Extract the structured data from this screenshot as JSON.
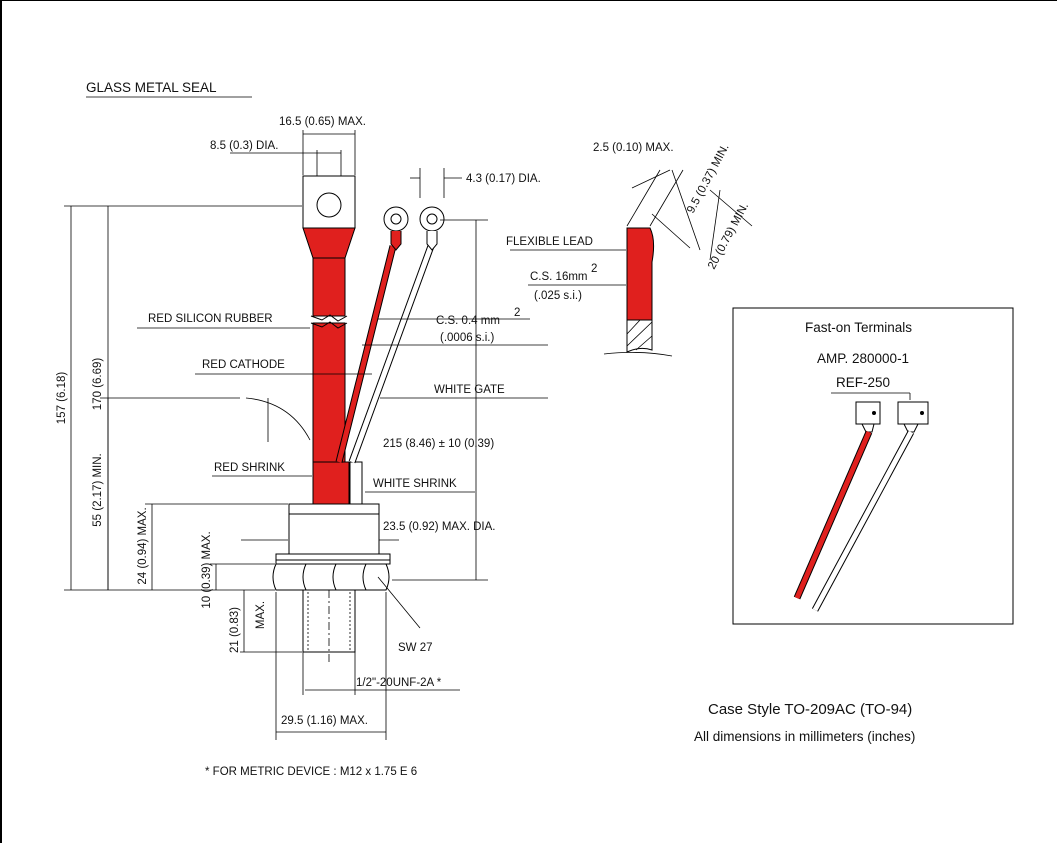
{
  "labels": {
    "glass_metal_seal": "GLASS METAL SEAL",
    "dim_16_5": "16.5 (0.65) MAX.",
    "dim_8_5": "8.5 (0.3) DIA.",
    "dim_4_3": "4.3 (0.17) DIA.",
    "red_silicon_rubber": "RED SILICON RUBBER",
    "red_cathode": "RED CATHODE",
    "cs_04": "C.S. 0.4 mm",
    "cs_04_sup": "2",
    "cs_04_si": "(.0006 s.i.)",
    "white_gate": "WHITE GATE",
    "dim_215": "215 (8.46) ± 10 (0.39)",
    "red_shrink": "RED SHRINK",
    "white_shrink": "WHITE SHRINK",
    "dim_23_5": "23.5 (0.92) MAX. DIA.",
    "sw27": "SW 27",
    "thread": "1/2\"-20UNF-2A *",
    "dim_29_5": "29.5 (1.16) MAX.",
    "metric_note": "* FOR METRIC DEVICE : M12 x 1.75 E 6",
    "dim_157": "157 (6.18)",
    "dim_170": "170 (6.69)",
    "dim_55": "55 (2.17) MIN.",
    "dim_24": "24 (0.94) MAX.",
    "dim_10": "10 (0.39) MAX.",
    "dim_21": "21 (0.83)",
    "dim_21_max": "MAX.",
    "dim_2_5": "2.5 (0.10) MAX.",
    "dim_9_5": "9.5 (0.37) MIN.",
    "dim_20": "20 (0.79) MIN.",
    "flexible_lead": "FLEXIBLE LEAD",
    "cs_16": "C.S. 16mm",
    "cs_16_sup": "2",
    "cs_16_si": "(.025 s.i.)"
  },
  "inset": {
    "title": "Fast-on Terminals",
    "part": "AMP. 280000-1",
    "ref": "REF-250"
  },
  "caption": {
    "case_style": "Case Style TO-209AC (TO-94)",
    "units_note": "All dimensions in millimeters (inches)"
  },
  "colors": {
    "lead_red": "#e0201e"
  }
}
